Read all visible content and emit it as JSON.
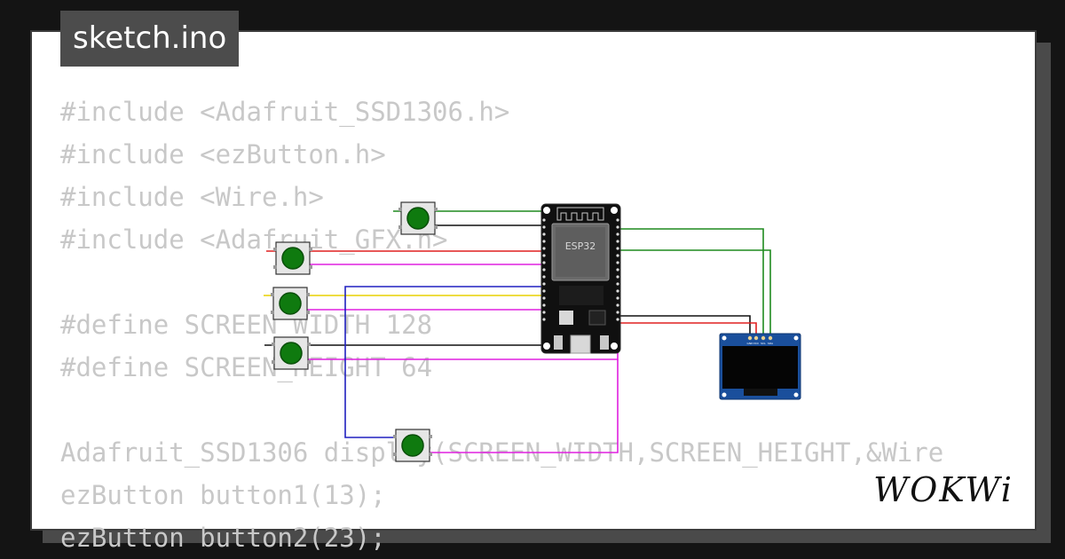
{
  "file_tab": {
    "title": "sketch.ino"
  },
  "code_lines": [
    "#include <Adafruit_SSD1306.h>",
    "#include <ezButton.h>",
    "#include <Wire.h>",
    "#include <Adafruit_GFX.h>",
    "",
    "#define SCREEN_WIDTH 128",
    "#define SCREEN_HEIGHT 64",
    "",
    "Adafruit_SSD1306 display(SCREEN_WIDTH,SCREEN_HEIGHT,&Wire",
    "ezButton button1(13);",
    "ezButton button2(23);"
  ],
  "board": {
    "chip_label": "ESP32"
  },
  "oled": {
    "pin_labels": [
      "GND",
      "VCC",
      "SCL",
      "SDA"
    ]
  },
  "brand": {
    "logo_text": "WOKWi"
  },
  "colors": {
    "background": "#141414",
    "card": "#ffffff",
    "code_text": "#c8c8c8",
    "tab_bg": "#4c4c4c",
    "wire_green": "#1e8a1e",
    "wire_black": "#111111",
    "wire_red": "#e02020",
    "wire_magenta": "#e020e0",
    "wire_yellow": "#e8d000",
    "wire_blue": "#2020c0",
    "button_cap": "#0f7a0f",
    "oled_board": "#1a4f9c"
  }
}
